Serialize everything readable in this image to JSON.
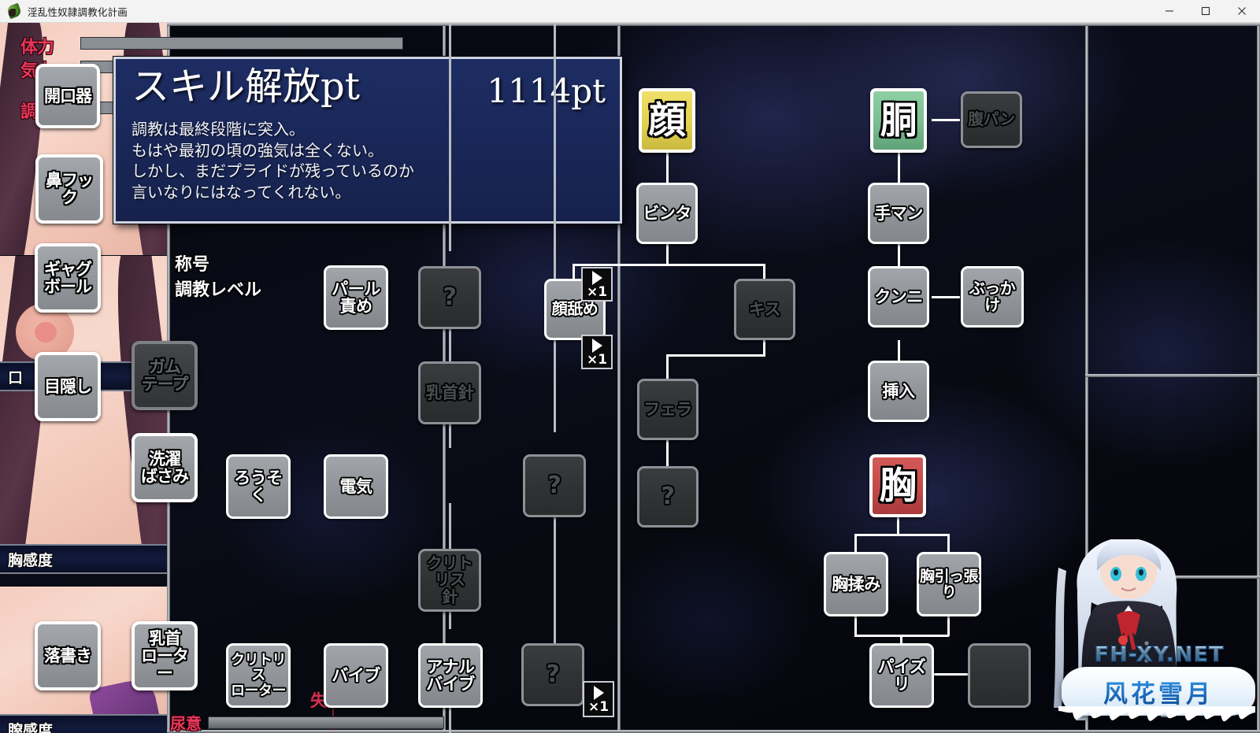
{
  "window": {
    "title": "淫乱性奴隷調教化計画",
    "icon": "app-leaf-icon",
    "controls": {
      "minimize": "–",
      "maximize": "□",
      "close": "✕"
    }
  },
  "gauges": [
    {
      "label": "体力",
      "fill_pct": 100,
      "color": "#8a9096"
    },
    {
      "label": "気力",
      "fill_pct": 100,
      "color": "#8a9096"
    },
    {
      "label": "調教",
      "fill_pct": 100,
      "color": "#8a9096"
    }
  ],
  "dialog": {
    "title": "スキル解放pt",
    "points": "1114pt",
    "lines": [
      "調教は最終段階に突入。",
      "もはや最初の頃の強気は全くない。",
      "しかし、まだプライドが残っているのか",
      "言いなりにはなってくれない。"
    ]
  },
  "info_labels": {
    "title_label": "称号",
    "level_label": "調教レベル"
  },
  "status_strips": [
    {
      "label": "口"
    },
    {
      "label": "胸感度"
    },
    {
      "label": "膣感度"
    }
  ],
  "urge": {
    "label": "尿意",
    "fail_label": "失",
    "fill_pct": 0
  },
  "equipment": [
    {
      "label": "開口器",
      "state": "available"
    },
    {
      "label": "鼻フック",
      "state": "available"
    },
    {
      "label": "ギャグ\nボール",
      "state": "available"
    },
    {
      "label": "目隠し",
      "state": "available"
    },
    {
      "label": "ガム\nテープ",
      "state": "locked"
    },
    {
      "label": "洗濯\nばさみ",
      "state": "available"
    },
    {
      "label": "落書き",
      "state": "available"
    },
    {
      "label": "乳首\nローター",
      "state": "available"
    }
  ],
  "skill_tree": {
    "middle_column": [
      {
        "label": "パール\n責め",
        "state": "available"
      },
      {
        "label": "ろうそく",
        "state": "available"
      },
      {
        "label": "電気",
        "state": "available"
      },
      {
        "label": "クリトリス\nローター",
        "state": "available"
      },
      {
        "label": "バイブ",
        "state": "available"
      },
      {
        "label": "アナル\nバイブ",
        "state": "available"
      },
      {
        "label": "?",
        "state": "locked"
      },
      {
        "label": "乳首針",
        "state": "locked"
      },
      {
        "label": "クリトリス\n針",
        "state": "locked"
      },
      {
        "label": "?",
        "state": "locked"
      },
      {
        "label": "?",
        "state": "locked"
      }
    ],
    "face_branch": {
      "root": "顔",
      "root_color": "#e4d152",
      "nodes": [
        {
          "label": "ビンタ",
          "state": "available"
        },
        {
          "label": "顔舐め",
          "state": "available"
        },
        {
          "label": "キス",
          "state": "locked"
        },
        {
          "label": "フェラ",
          "state": "locked"
        },
        {
          "label": "?",
          "state": "locked"
        }
      ]
    },
    "torso_branch": {
      "root": "胴",
      "root_color": "#79bd90",
      "nodes": [
        {
          "label": "腹パン",
          "state": "locked"
        },
        {
          "label": "手マン",
          "state": "available"
        },
        {
          "label": "クンニ",
          "state": "available"
        },
        {
          "label": "ぶっかけ",
          "state": "available"
        },
        {
          "label": "挿入",
          "state": "available"
        }
      ]
    },
    "chest_branch": {
      "root": "胸",
      "root_color": "#c24949",
      "nodes": [
        {
          "label": "胸揉み",
          "state": "available"
        },
        {
          "label": "胸引っ張り",
          "state": "available"
        },
        {
          "label": "パイズリ",
          "state": "available"
        }
      ]
    }
  },
  "badges": [
    {
      "count": "×1"
    },
    {
      "count": "×1"
    },
    {
      "count": "×1"
    }
  ],
  "watermark": {
    "site": "FH-XY.NET",
    "brand": "风花雪月"
  }
}
